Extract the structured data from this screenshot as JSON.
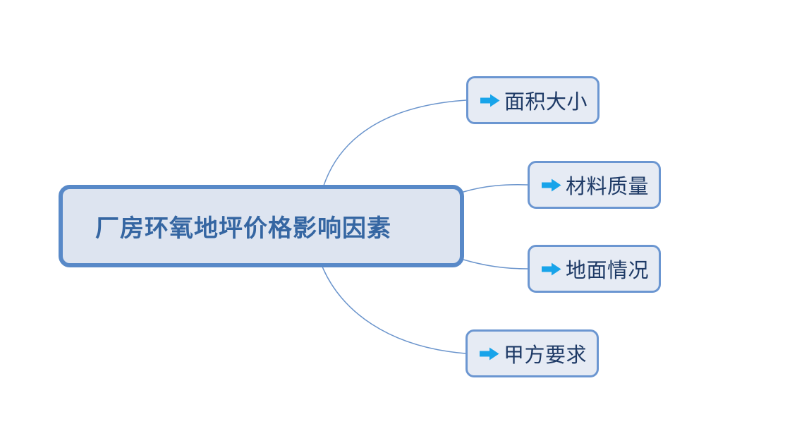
{
  "diagram": {
    "type": "mindmap",
    "background_color": "#ffffff",
    "root_topic": {
      "label": "厂房环氧地坪价格影响因素",
      "fill_color": "#dde4f0",
      "border_color": "#5889c8",
      "text_color": "#3566a2"
    },
    "branches": [
      {
        "label": "面积大小",
        "icon": "right-arrow-icon"
      },
      {
        "label": "材料质量",
        "icon": "right-arrow-icon"
      },
      {
        "label": "地面情况",
        "icon": "right-arrow-icon"
      },
      {
        "label": "甲方要求",
        "icon": "right-arrow-icon"
      }
    ],
    "branch_style": {
      "fill_color": "#e6ebf4",
      "border_color": "#6b96d1",
      "text_color": "#1e3a66",
      "icon_color": "#18a4ea"
    },
    "connector_color": "#6a94cc"
  }
}
